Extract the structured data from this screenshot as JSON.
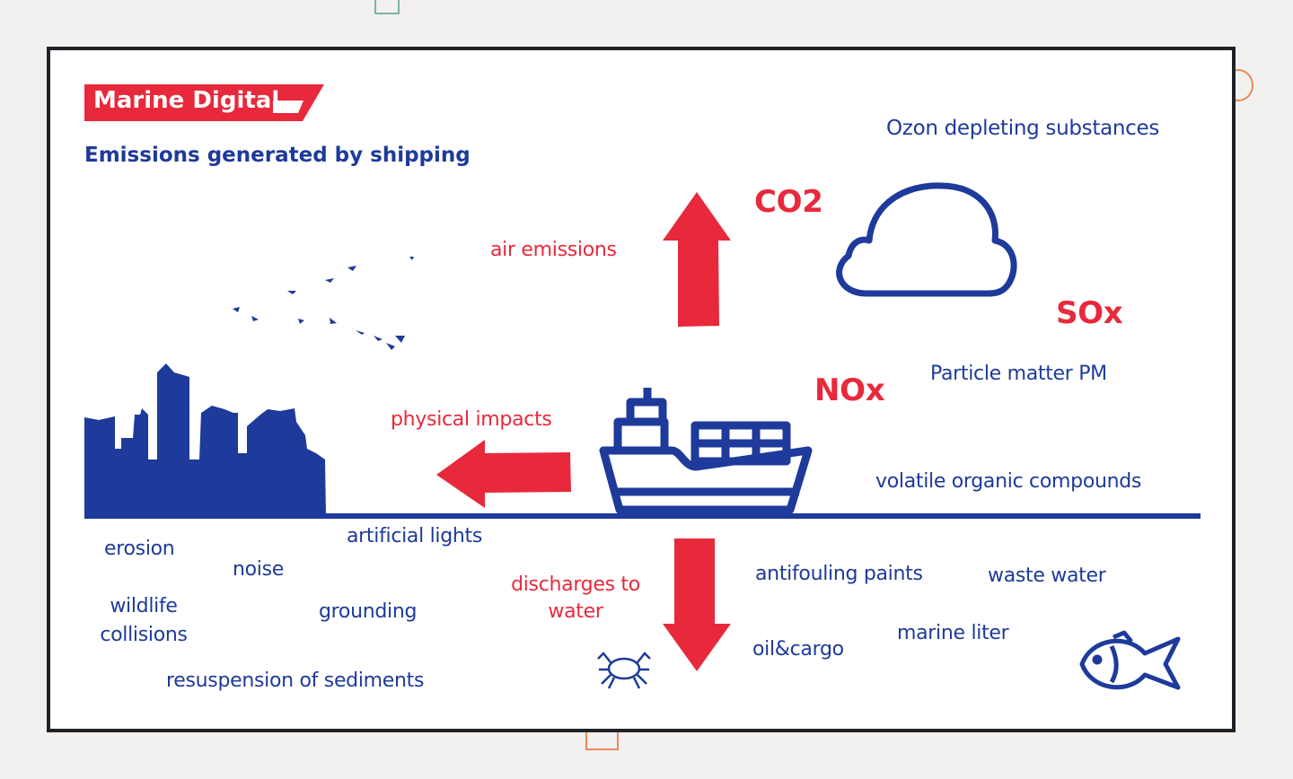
{
  "brand": {
    "name": "Marine Digital"
  },
  "title": "Emissions generated by shipping",
  "colors": {
    "blue": "#1e3a9a",
    "red": "#e8293b",
    "frame": "#1f2328",
    "background": "#f2f1ef"
  },
  "air": {
    "label": "air emissions",
    "items": {
      "ozone": "Ozon depleting substances",
      "co2": "CO2",
      "sox": "SOx",
      "nox": "NOx",
      "pm": "Particle matter PM",
      "voc": "volatile organic compounds"
    }
  },
  "physical": {
    "label": "physical impacts",
    "items": {
      "erosion": "erosion",
      "noise": "noise",
      "lights": "artificial lights",
      "wildlife1": "wildlife",
      "wildlife2": "collisions",
      "grounding": "grounding",
      "sediments": "resuspension of sediments"
    }
  },
  "water": {
    "label1": "discharges to",
    "label2": "water",
    "items": {
      "antifouling": "antifouling paints",
      "wastewater": "waste water",
      "liter": "marine liter",
      "oilcargo": "oil&cargo"
    }
  }
}
